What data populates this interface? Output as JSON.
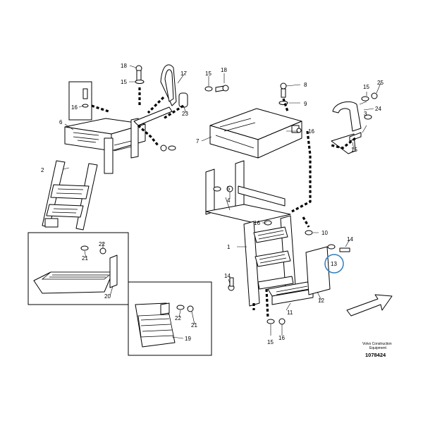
{
  "labels": [
    {
      "id": "l18a",
      "text": "18"
    },
    {
      "id": "l15a",
      "text": "15"
    },
    {
      "id": "l17",
      "text": "17"
    },
    {
      "id": "l15b",
      "text": "15"
    },
    {
      "id": "l18b",
      "text": "18"
    },
    {
      "id": "l16a",
      "text": "16"
    },
    {
      "id": "l23",
      "text": "23"
    },
    {
      "id": "l6",
      "text": "6"
    },
    {
      "id": "l7",
      "text": "7"
    },
    {
      "id": "l2",
      "text": "2"
    },
    {
      "id": "l8",
      "text": "8"
    },
    {
      "id": "l9",
      "text": "9"
    },
    {
      "id": "l16b",
      "text": "16"
    },
    {
      "id": "l15c",
      "text": "15"
    },
    {
      "id": "l25",
      "text": "25"
    },
    {
      "id": "l24",
      "text": "24"
    },
    {
      "id": "l3",
      "text": "3"
    },
    {
      "id": "l15d",
      "text": "15"
    },
    {
      "id": "l4",
      "text": "4"
    },
    {
      "id": "l5",
      "text": "5"
    },
    {
      "id": "l16c",
      "text": "16"
    },
    {
      "id": "l10",
      "text": "10"
    },
    {
      "id": "l1",
      "text": "1"
    },
    {
      "id": "l14a",
      "text": "14"
    },
    {
      "id": "l13",
      "text": "13"
    },
    {
      "id": "l14b",
      "text": "14"
    },
    {
      "id": "l11",
      "text": "11"
    },
    {
      "id": "l12",
      "text": "12"
    },
    {
      "id": "l15e",
      "text": "15"
    },
    {
      "id": "l16d",
      "text": "16"
    },
    {
      "id": "l22a",
      "text": "22"
    },
    {
      "id": "l21a",
      "text": "21"
    },
    {
      "id": "l20",
      "text": "20"
    },
    {
      "id": "l22b",
      "text": "22"
    },
    {
      "id": "l21b",
      "text": "21"
    },
    {
      "id": "l19",
      "text": "19"
    }
  ],
  "highlight": {
    "label": "13",
    "color": "#2f7fc1"
  },
  "credit": {
    "line1": "Volvo Construction",
    "line2": "Equipment"
  },
  "doc_number": "1078424",
  "icons": {
    "direction": "arrow-icon"
  }
}
